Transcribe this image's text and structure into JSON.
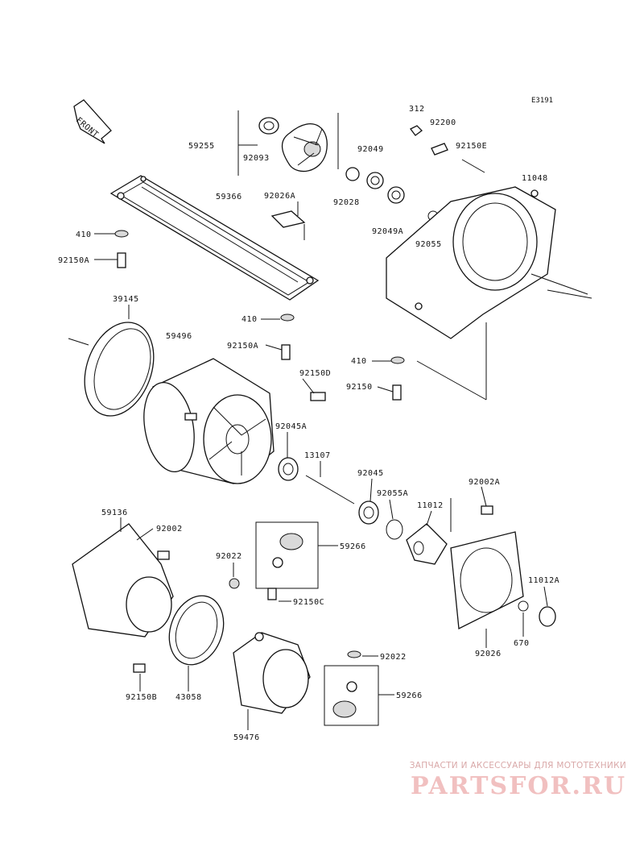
{
  "diagram_code": "E3191",
  "front_label": "FRONT",
  "parts": {
    "p59255": "59255",
    "p92093": "92093",
    "p59366": "59366",
    "p92026A": "92026A",
    "p312": "312",
    "p92200": "92200",
    "p92049": "92049",
    "p92150E": "92150E",
    "p92028": "92028",
    "p11048": "11048",
    "p92049A": "92049A",
    "p92055": "92055",
    "p410_a": "410",
    "p92150A_a": "92150A",
    "p39145": "39145",
    "p410_b": "410",
    "p59496": "59496",
    "p92150A_b": "92150A",
    "p92150D": "92150D",
    "p410_c": "410",
    "p92150": "92150",
    "p92045A": "92045A",
    "p13107": "13107",
    "p92045": "92045",
    "p92002A": "92002A",
    "p92055A": "92055A",
    "p11012": "11012",
    "p59136": "59136",
    "p92002": "92002",
    "p59266_a": "59266",
    "p92022_a": "92022",
    "p92150C": "92150C",
    "p11012A": "11012A",
    "p670": "670",
    "p92026": "92026",
    "p92150B": "92150B",
    "p43058": "43058",
    "p92022_b": "92022",
    "p59266_b": "59266",
    "p59476": "59476"
  },
  "watermark": {
    "tagline": "ЗАПЧАСТИ И АКСЕССУАРЫ ДЛЯ МОТОТЕХНИКИ",
    "logo": "PARTSFOR.RU"
  },
  "colors": {
    "line": "#111111",
    "watermark": "#f1c0c0"
  }
}
